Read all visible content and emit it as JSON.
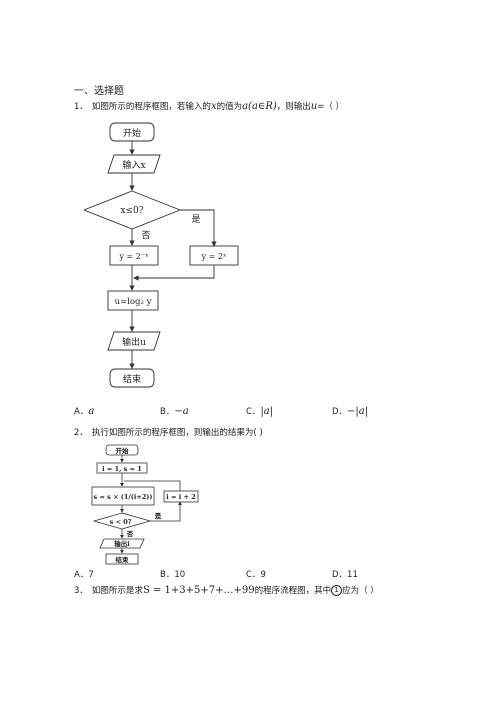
{
  "section": {
    "title": "一、选择题"
  },
  "q1": {
    "number": "1．",
    "text_a": "如图所示的程序框图，若输入的",
    "var_x": "x",
    "text_b": "的值为",
    "expr": "a(a∈R)",
    "text_c": "，则输出",
    "var_u": "u",
    "text_d": "=（ ）",
    "flowchart": {
      "start": "开始",
      "input": "输入x",
      "condition": "x≤0?",
      "yes_label": "是",
      "no_label": "否",
      "no_branch": "y = 2⁻ˣ",
      "yes_branch": "y = 2ˣ",
      "assign": "u=log₂ y",
      "output": "输出u",
      "end": "结束"
    },
    "options": [
      {
        "letter": "A．",
        "value": "a"
      },
      {
        "letter": "B．",
        "value": "−a"
      },
      {
        "letter": "C．",
        "value": "|a|"
      },
      {
        "letter": "D．",
        "value": "−|a|"
      }
    ]
  },
  "q2": {
    "number": "2．",
    "text": "执行如图所示的程序框图，则输出的结果为(   )",
    "flowchart": {
      "start": "开始",
      "init": "i = 1, s = 1",
      "assign": "s = s × (1/(i+2))",
      "step": "i = i + 2",
      "condition": "s < 0？",
      "yes_label": "是",
      "no_label": "否",
      "output": "输出i",
      "end": "结束"
    },
    "options": [
      {
        "letter": "A．",
        "value": "7"
      },
      {
        "letter": "B．",
        "value": "10"
      },
      {
        "letter": "C．",
        "value": "9"
      },
      {
        "letter": "D．",
        "value": "11"
      }
    ]
  },
  "q3": {
    "number": "3．",
    "text_a": "如图所示是求",
    "expr": "S = 1+3+5+7+…+99",
    "text_b": "的程序流程图，其中",
    "marker": "1",
    "text_c": "应为（   ）"
  }
}
